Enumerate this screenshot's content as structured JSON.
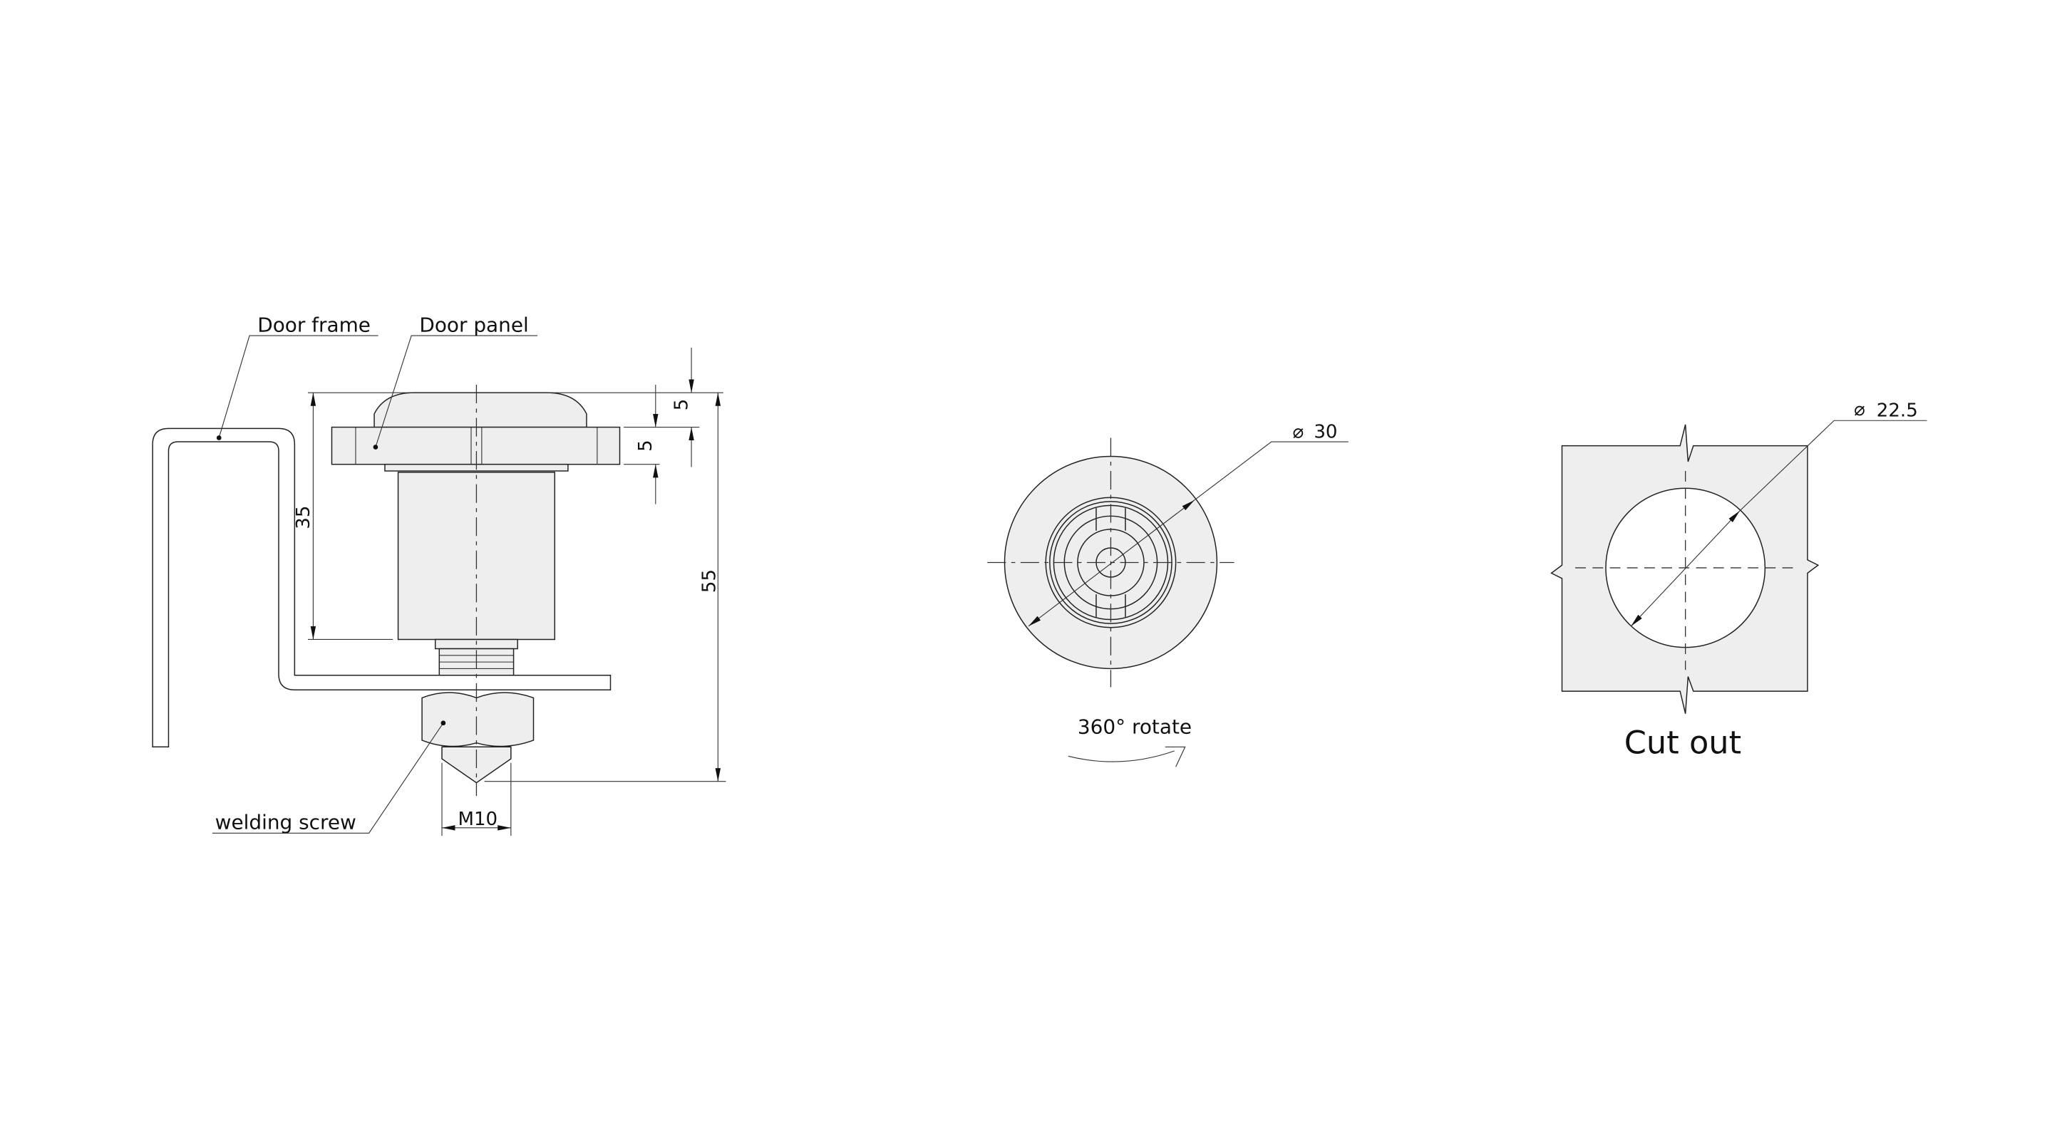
{
  "side_view": {
    "labels": {
      "door_frame": "Door frame",
      "door_panel": "Door panel",
      "welding_screw": "welding screw"
    },
    "dimensions": {
      "overall_height": "55",
      "body_height": "35",
      "head_height": "5",
      "flange_thickness": "5",
      "thread": "M10"
    }
  },
  "front_view": {
    "diameter": "30",
    "rotation_note": "360°  rotate"
  },
  "cutout_view": {
    "diameter": "22.5",
    "title": "Cut out"
  },
  "colors": {
    "part_fill": "#eeeeee",
    "line": "#222222"
  }
}
